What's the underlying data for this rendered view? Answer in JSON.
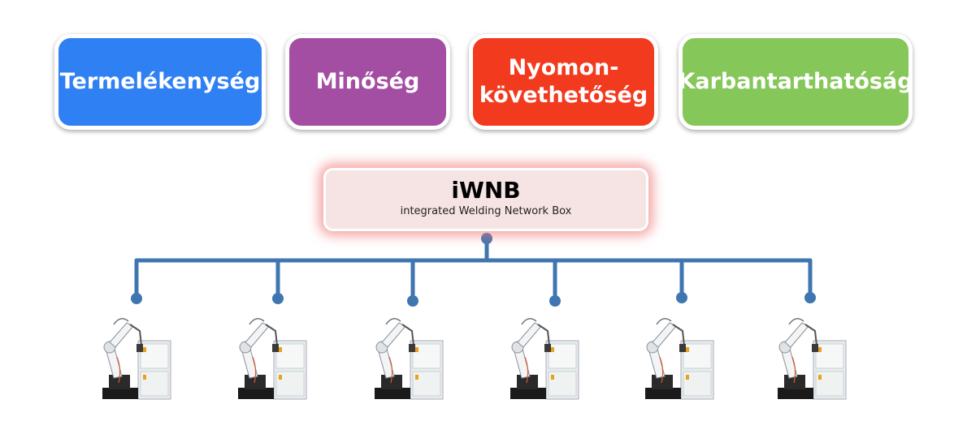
{
  "tiles": [
    {
      "label": "Termelékenység",
      "color": "#2f80f2"
    },
    {
      "label": "Minőség",
      "color": "#a34ea3"
    },
    {
      "label": "Nyomon-\nkövethetőség",
      "color": "#f23a1e"
    },
    {
      "label": "Karbantarthatóság",
      "color": "#86c75a"
    }
  ],
  "hub": {
    "title": "iWNB",
    "subtitle": "integrated Welding Network Box"
  },
  "network": {
    "line_color": "#3f76b0",
    "node_count": 6
  },
  "robots": {
    "count": 6,
    "icon": "welding-robot-icon"
  }
}
